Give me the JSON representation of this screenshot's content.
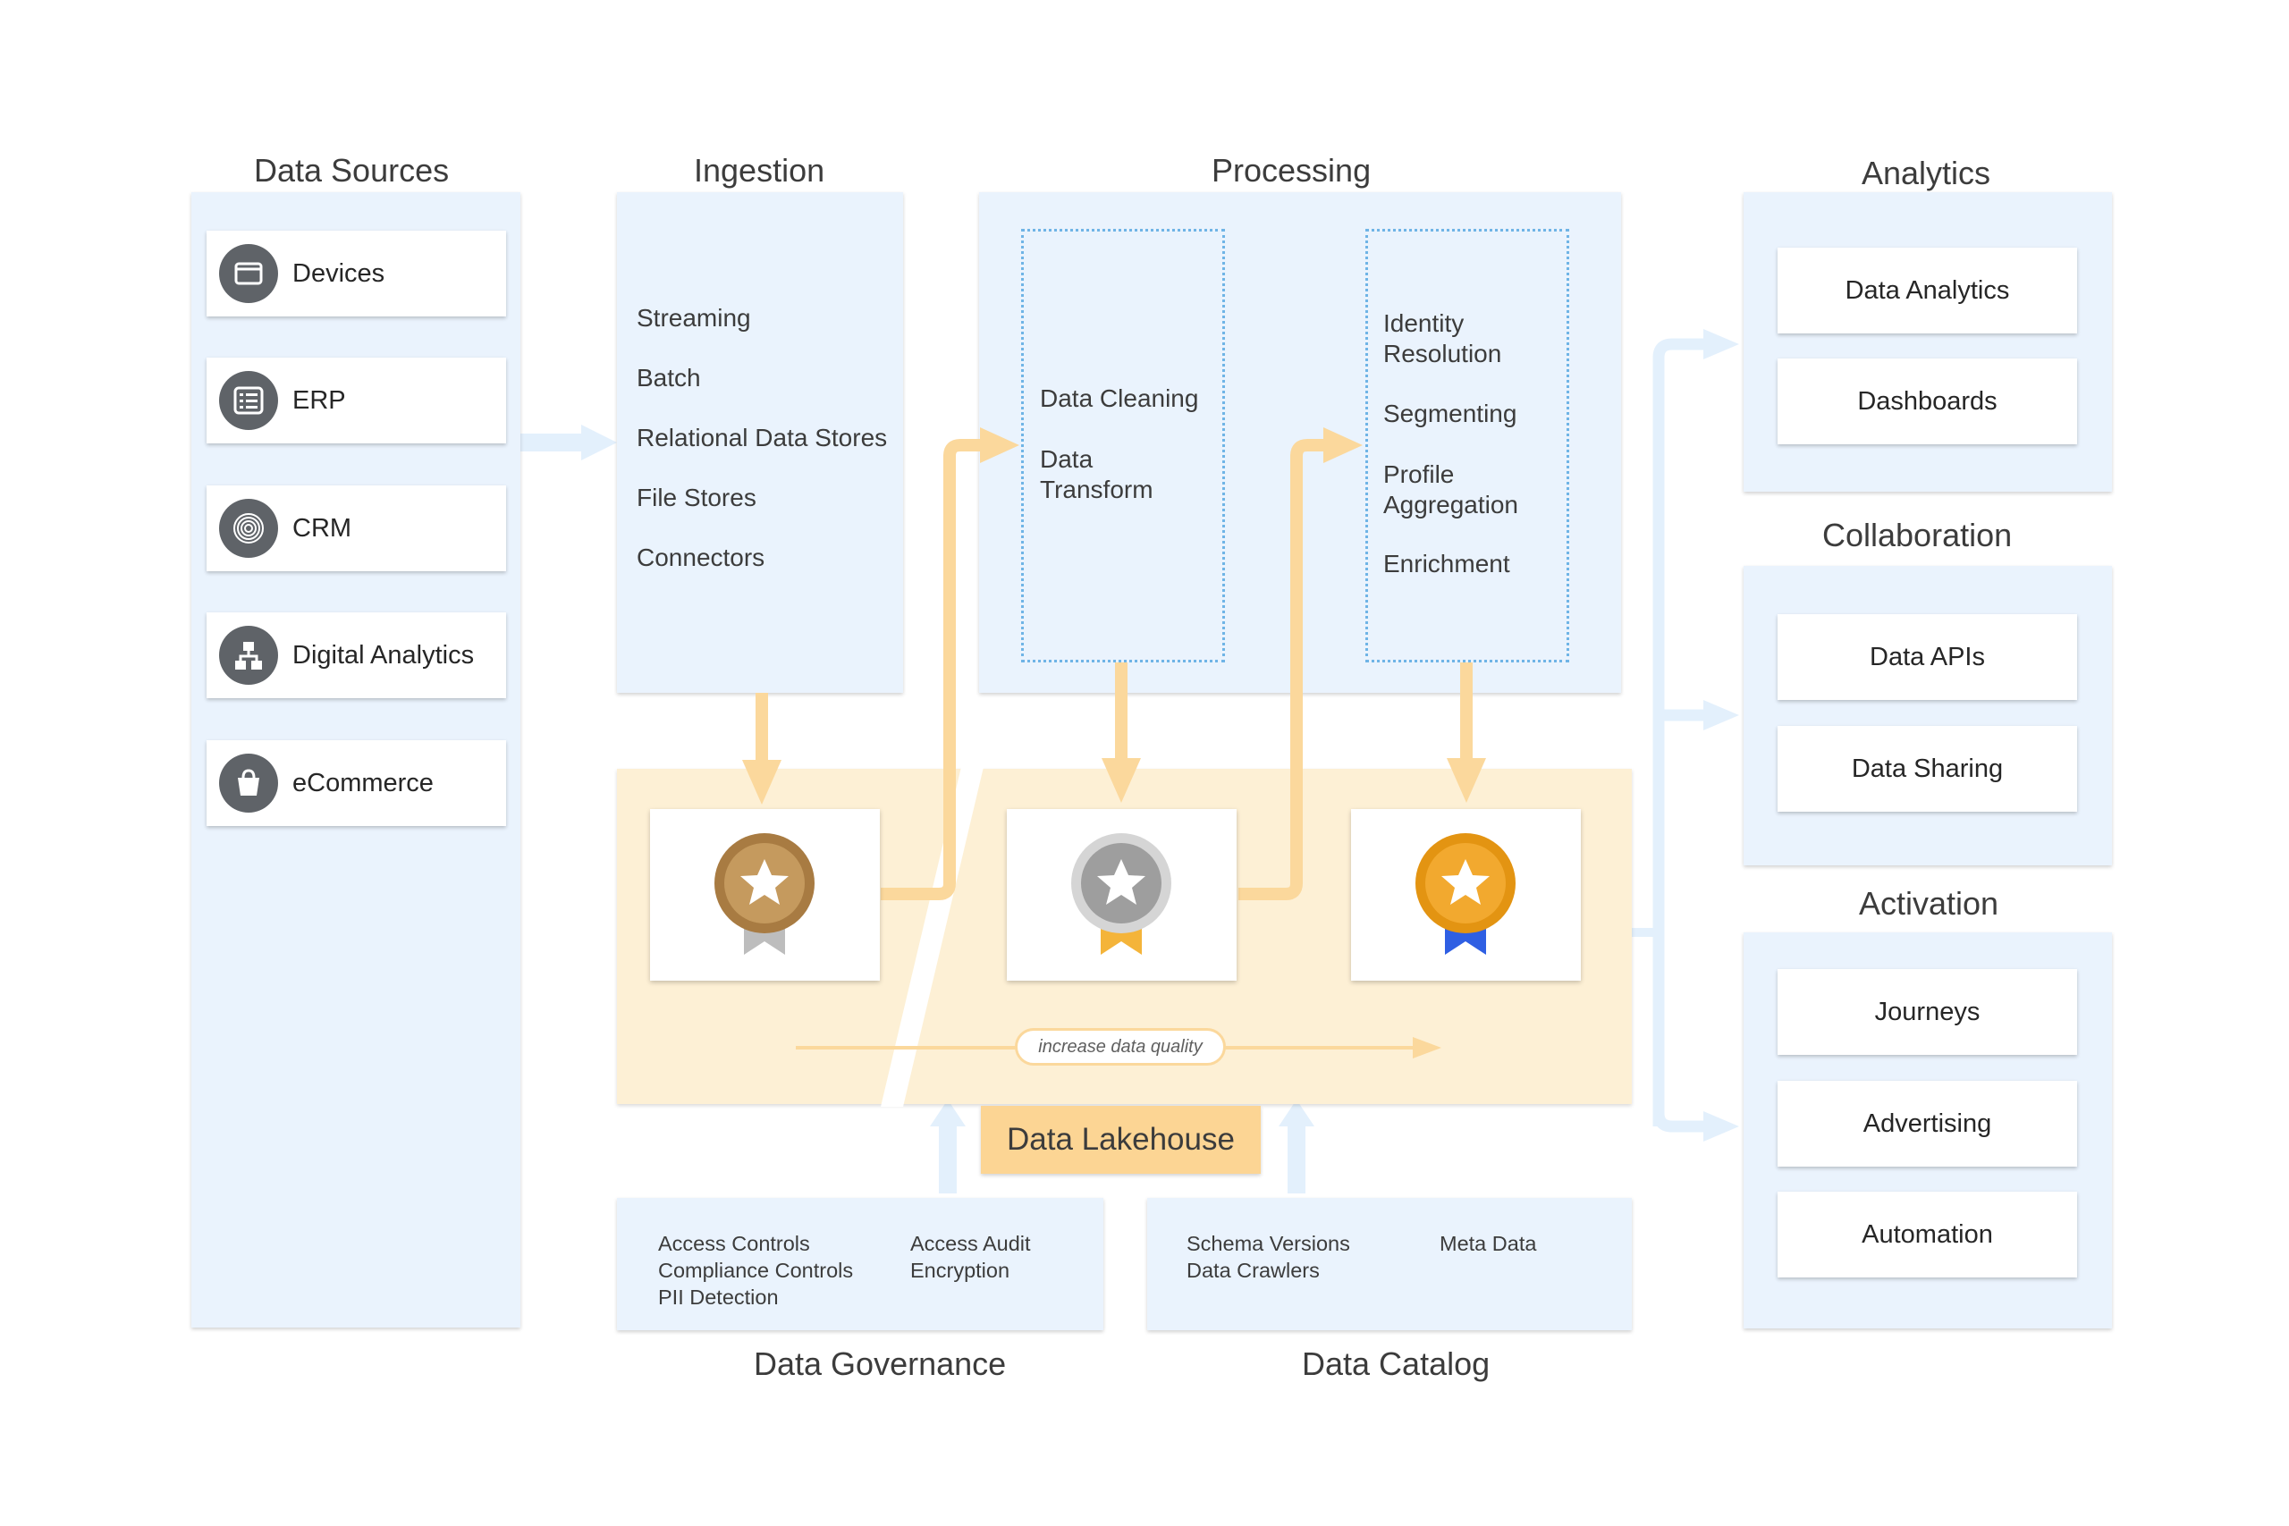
{
  "sections": {
    "data_sources": "Data Sources",
    "ingestion": "Ingestion",
    "processing": "Processing",
    "analytics": "Analytics",
    "collaboration": "Collaboration",
    "activation": "Activation",
    "data_governance": "Data Governance",
    "data_catalog": "Data Catalog"
  },
  "data_sources": [
    {
      "label": "Devices",
      "icon": "monitor-icon"
    },
    {
      "label": "ERP",
      "icon": "list-icon"
    },
    {
      "label": "CRM",
      "icon": "fingerprint-icon"
    },
    {
      "label": "Digital Analytics",
      "icon": "sitemap-icon"
    },
    {
      "label": "eCommerce",
      "icon": "shopping-bag-icon"
    }
  ],
  "ingestion_items": [
    "Streaming",
    "Batch",
    "Relational Data Stores",
    "File Stores",
    "Connectors"
  ],
  "processing": {
    "left": [
      "Data Cleaning",
      "Data\nTransform"
    ],
    "right": [
      "Identity\nResolution",
      "Segmenting",
      "Profile\nAggregation",
      "Enrichment"
    ]
  },
  "lakehouse": {
    "label": "Data Lakehouse",
    "quality_label": "increase data quality",
    "medals": [
      {
        "name": "bronze-medal-icon",
        "disc": "#c59a5e",
        "ring": "#a87b42",
        "ribbon": "#bdbdbd"
      },
      {
        "name": "silver-medal-icon",
        "disc": "#9e9e9e",
        "ring": "#d5d5d5",
        "ribbon": "#f4b43a"
      },
      {
        "name": "gold-medal-icon",
        "disc": "#f2a92f",
        "ring": "#e39412",
        "ribbon": "#2f5fe3"
      }
    ]
  },
  "governance": {
    "col1": "Access Controls\nCompliance Controls\nPII Detection",
    "col2": "Access Audit\nEncryption"
  },
  "catalog": {
    "col1": "Schema Versions\nData Crawlers",
    "col2": "Meta Data"
  },
  "analytics_items": [
    "Data Analytics",
    "Dashboards"
  ],
  "collaboration_items": [
    "Data APIs",
    "Data Sharing"
  ],
  "activation_items": [
    "Journeys",
    "Advertising",
    "Automation"
  ],
  "colors": {
    "panel_bg": "#eaf3fd",
    "lakehouse_bg": "#fdf0d5",
    "flow_arrow": "#fbd89c",
    "input_arrow": "#e3f0fc",
    "label_box": "#fcd594",
    "dashed_border": "#6fb4e6",
    "icon_bg": "#5f6368"
  }
}
